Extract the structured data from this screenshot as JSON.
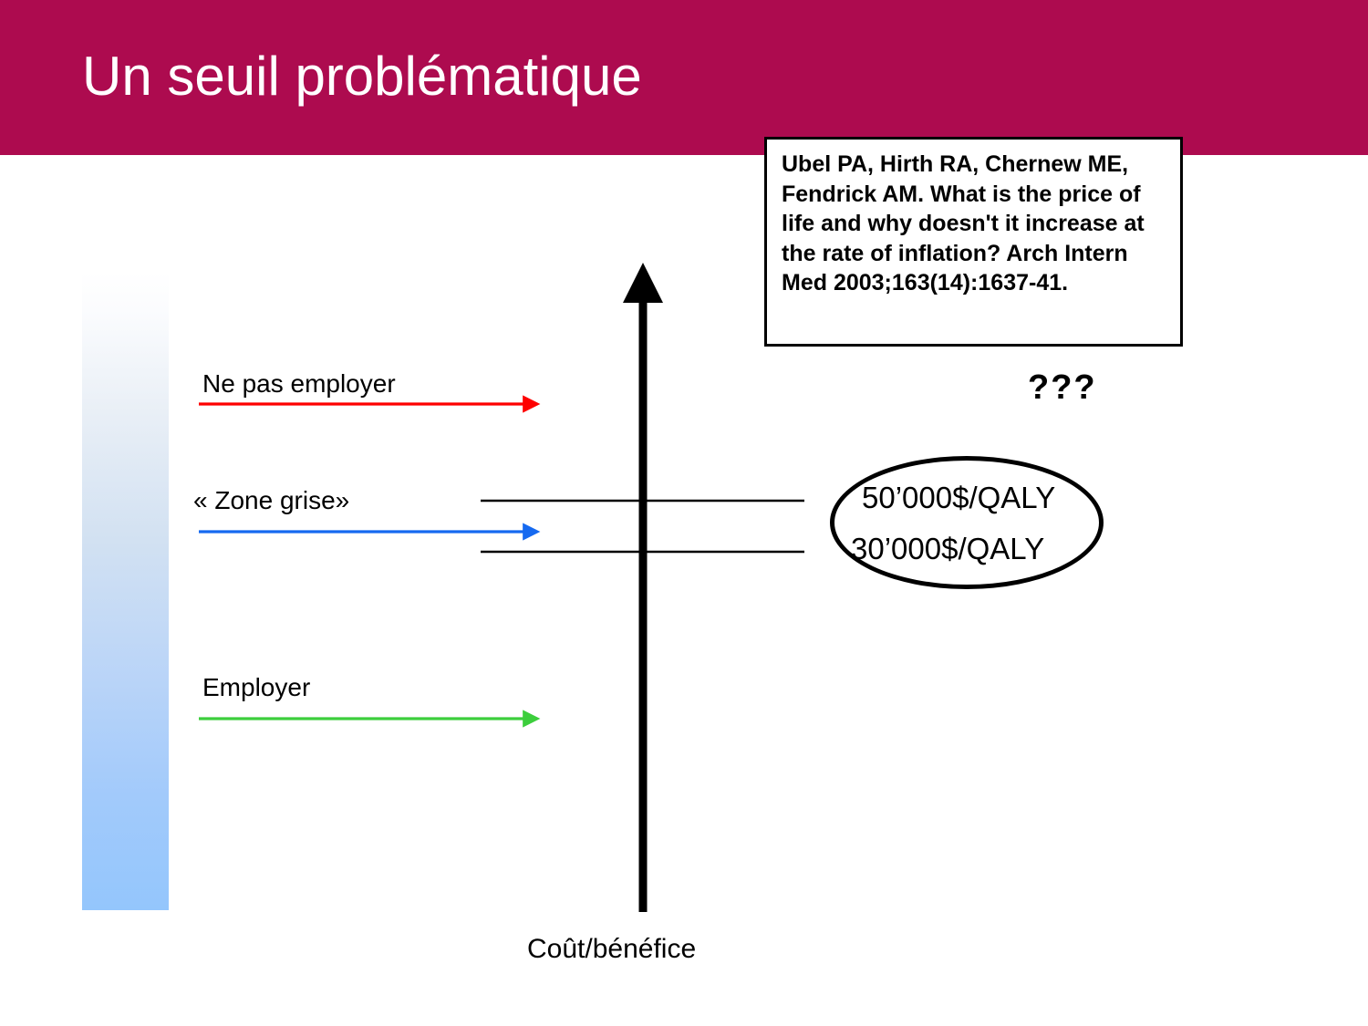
{
  "slide": {
    "title": "Un seuil problématique",
    "banner_color": "#ad0b4f",
    "background_color": "#ffffff"
  },
  "axis": {
    "caption": "Coût/bénéfice",
    "orientation": "vertical",
    "arrow_direction": "up",
    "color": "#000000"
  },
  "gradient_bar": {
    "top_color": "#ffffff",
    "bottom_color": "#94c6fc"
  },
  "zones": [
    {
      "label": "Ne pas employer",
      "arrow_color": "#fe0000",
      "arrow_name": "red-arrow"
    },
    {
      "label": "« Zone grise»",
      "arrow_color": "#1569f0",
      "arrow_name": "blue-arrow"
    },
    {
      "label": "Employer",
      "arrow_color": "#3cce3c",
      "arrow_name": "green-arrow"
    }
  ],
  "thresholds": {
    "values": [
      "50’000$/QALY",
      "30’000$/QALY"
    ],
    "question_marks": "???",
    "ellipse_color": "#000000",
    "line_color": "#000000"
  },
  "citation": {
    "text": "Ubel PA, Hirth RA, Chernew ME, Fendrick AM. What is the price of life and why doesn't it increase at the rate of inflation? Arch Intern Med 2003;163(14):1637-41."
  },
  "chart_data": {
    "type": "diagram",
    "title": "Un seuil problématique",
    "ylabel": "Coût/bénéfice",
    "axis_range_hint": "cost-effectiveness ratio increasing upward",
    "threshold_lines": [
      {
        "label": "50’000$/QALY",
        "position": "upper"
      },
      {
        "label": "30’000$/QALY",
        "position": "lower"
      }
    ],
    "regions": [
      {
        "name": "Ne pas employer",
        "above_threshold": "50’000$/QALY",
        "color": "#fe0000"
      },
      {
        "name": "« Zone grise»",
        "between": [
          "30’000$/QALY",
          "50’000$/QALY"
        ],
        "color": "#1569f0"
      },
      {
        "name": "Employer",
        "below_threshold": "30’000$/QALY",
        "color": "#3cce3c"
      }
    ],
    "annotations": [
      "???"
    ]
  }
}
